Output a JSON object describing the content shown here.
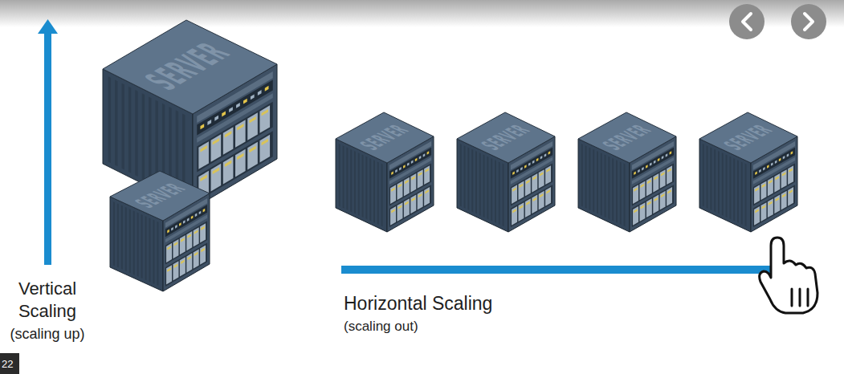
{
  "diagram": {
    "labels": [
      "SERVER",
      "SERVER",
      "SERVER",
      "SERVER",
      "SERVER",
      "SERVER",
      "Vertical Scaling",
      "(scaling up)",
      "Horizontal Scaling",
      "(scaling out)",
      "22"
    ]
  }
}
